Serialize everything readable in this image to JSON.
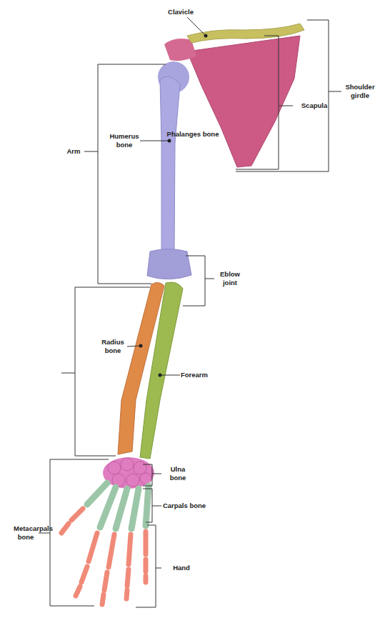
{
  "diagram": {
    "labels": [
      "Clavicle",
      "Shoulder girdle",
      "Scapula",
      "Arm",
      "Humerus bone",
      "Eblow joint",
      "Radius bone",
      "Forearm",
      "Ulna bone",
      "Carpals bone",
      "Metacarpals bone",
      "Hand",
      "Phalanges bone"
    ]
  }
}
